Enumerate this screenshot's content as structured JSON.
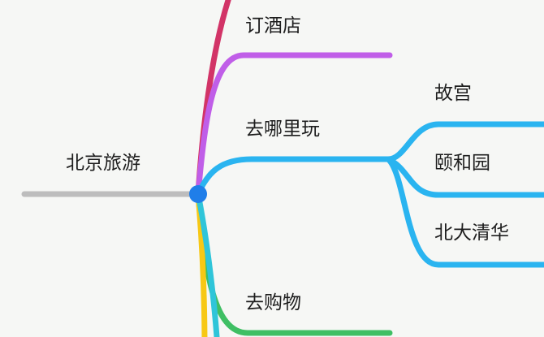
{
  "mindmap": {
    "root": {
      "label": "北京旅游",
      "line_color": "#bdbdbd",
      "node_color": "#1f7ee9"
    },
    "branches": [
      {
        "id": "top-cut",
        "label": "",
        "color": "#d23467"
      },
      {
        "id": "hotel",
        "label": "订酒店",
        "color": "#c05ee8"
      },
      {
        "id": "sightseeing",
        "label": "去哪里玩",
        "color": "#2ab4f0",
        "children": [
          {
            "label": "故宫"
          },
          {
            "label": "颐和园"
          },
          {
            "label": "北大清华"
          }
        ]
      },
      {
        "id": "shopping",
        "label": "去购物",
        "color": "#3fbf64"
      },
      {
        "id": "bottom-yellow",
        "label": "",
        "color": "#f7c815"
      },
      {
        "id": "bottom-cyan",
        "label": "",
        "color": "#2fc5d9"
      }
    ]
  }
}
